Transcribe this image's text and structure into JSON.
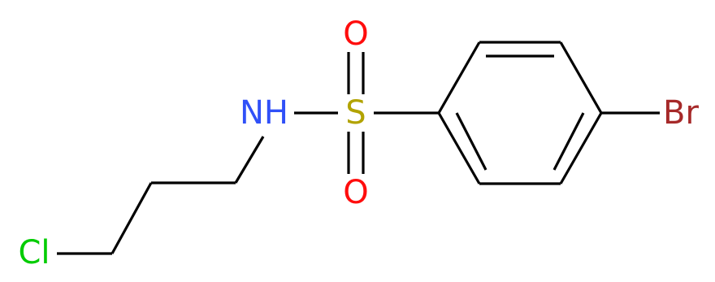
{
  "molecule": {
    "atoms": {
      "cl": {
        "label": "Cl",
        "color": "#00cc00"
      },
      "n": {
        "label": "NH",
        "color": "#3050f8"
      },
      "s": {
        "label": "S",
        "color": "#b2a300"
      },
      "o_top": {
        "label": "O",
        "color": "#ff0d0d"
      },
      "o_bottom": {
        "label": "O",
        "color": "#ff0d0d"
      },
      "br": {
        "label": "Br",
        "color": "#a62929"
      }
    },
    "bond_color": "#000000"
  }
}
